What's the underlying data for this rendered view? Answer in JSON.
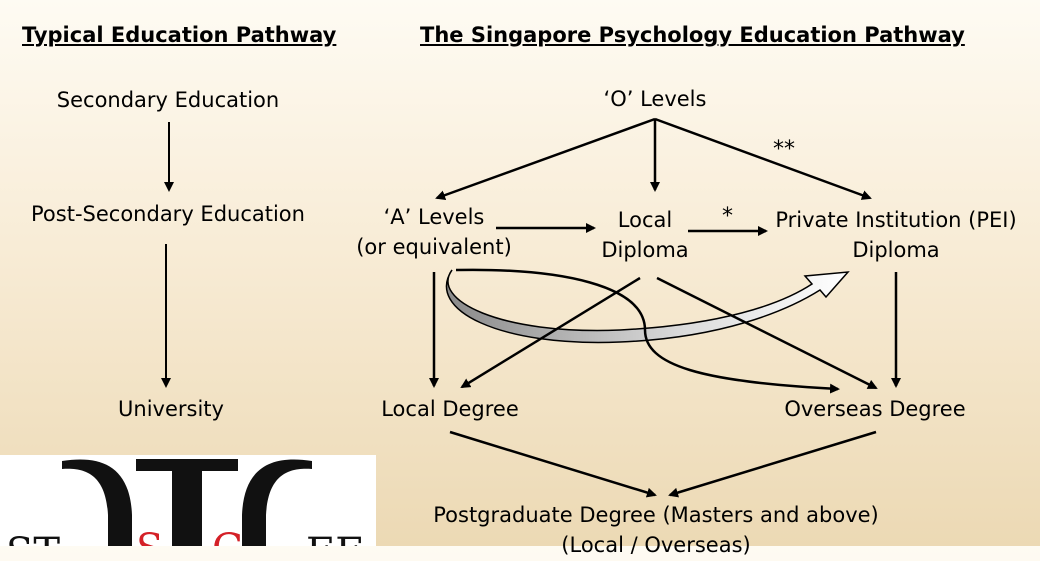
{
  "left_column": {
    "header": "Typical Education Pathway",
    "nodes": [
      "Secondary Education",
      "Post-Secondary Education",
      "University"
    ]
  },
  "right_column": {
    "header": "The Singapore Psychology Education Pathway",
    "o_levels": "‘O’ Levels",
    "a_levels": [
      "‘A’ Levels",
      "(or equivalent)"
    ],
    "local_diploma": [
      "Local",
      "Diploma"
    ],
    "pei_diploma": [
      "Private Institution (PEI)",
      "Diploma"
    ],
    "local_degree": "Local Degree",
    "overseas_degree": "Overseas Degree",
    "postgraduate": [
      "Postgraduate Degree (Masters and above)",
      "(Local / Overseas)"
    ],
    "marks": {
      "double_star": "**",
      "single_star": "*"
    }
  },
  "logo": {
    "letters": [
      "ST",
      "S",
      "G",
      "EE"
    ],
    "colors": {
      "red": "#d42027",
      "black": "#111111"
    }
  }
}
